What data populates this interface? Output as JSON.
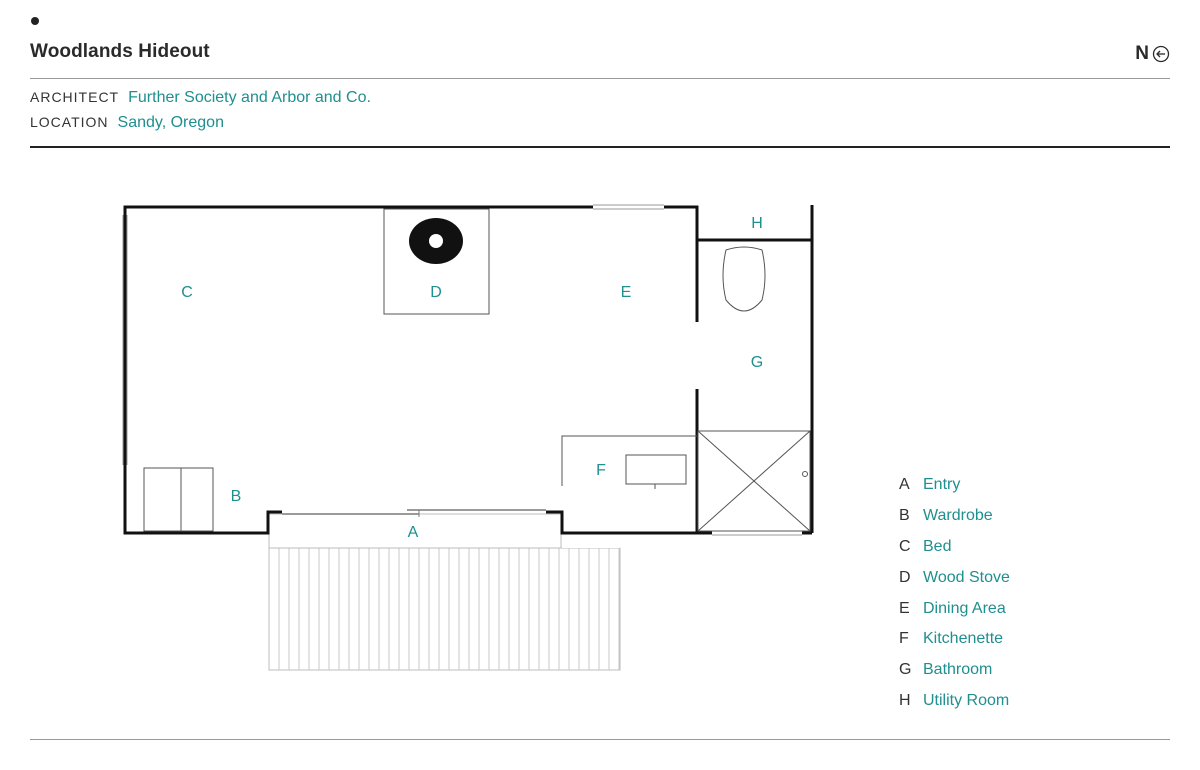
{
  "header": {
    "title": "Woodlands Hideout",
    "north_label": "N",
    "north_icon": "arrow-left-circle-icon"
  },
  "meta": {
    "architect_key": "ARCHITECT",
    "architect_value": "Further Society and Arbor and Co.",
    "location_key": "LOCATION",
    "location_value": "Sandy, Oregon"
  },
  "plan": {
    "rooms": {
      "A": "A",
      "B": "B",
      "C": "C",
      "D": "D",
      "E": "E",
      "F": "F",
      "G": "G",
      "H": "H"
    }
  },
  "legend": [
    {
      "key": "A",
      "label": "Entry"
    },
    {
      "key": "B",
      "label": "Wardrobe"
    },
    {
      "key": "C",
      "label": "Bed"
    },
    {
      "key": "D",
      "label": "Wood Stove"
    },
    {
      "key": "E",
      "label": "Dining Area"
    },
    {
      "key": "F",
      "label": "Kitchenette"
    },
    {
      "key": "G",
      "label": "Bathroom"
    },
    {
      "key": "H",
      "label": "Utility Room"
    }
  ],
  "colors": {
    "accent": "#1f8f8f",
    "text": "#222222",
    "rule": "#9a9a9a"
  }
}
